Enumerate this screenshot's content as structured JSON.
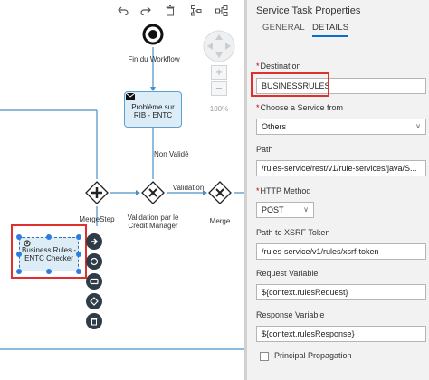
{
  "toolbar": {
    "undo_icon": "undo-icon",
    "redo_icon": "redo-icon",
    "delete_icon": "delete-icon",
    "layout_icon": "layout-icon",
    "nodes_icon": "nodes-icon"
  },
  "zoom": {
    "level": "100%"
  },
  "diagram": {
    "end_event_label": "Fin du Workflow",
    "mail_task_label": "Problème sur RIB - ENTC",
    "non_valide_label": "Non Validé",
    "validation_label": "Validation",
    "merge_step_label": "MergeStep",
    "validation_manager_label": "Validation par le Crédit Manager",
    "merge_label": "Merge",
    "service_task_label": "Business Rules - ENTC Checker"
  },
  "panel": {
    "title": "Service Task Properties",
    "tabs": [
      {
        "label": "GENERAL",
        "active": false
      },
      {
        "label": "DETAILS",
        "active": true
      }
    ],
    "destination": {
      "label": "Destination",
      "value": "BUSINESSRULES"
    },
    "choose_service": {
      "label": "Choose a Service from",
      "value": "Others"
    },
    "path": {
      "label": "Path",
      "value": "/rules-service/rest/v1/rule-services/java/S..."
    },
    "http_method": {
      "label": "HTTP Method",
      "value": "POST"
    },
    "xsrf_path": {
      "label": "Path to XSRF Token",
      "value": "/rules-service/v1/rules/xsrf-token"
    },
    "request_variable": {
      "label": "Request Variable",
      "value": "${context.rulesRequest}"
    },
    "response_variable": {
      "label": "Response Variable",
      "value": "${context.rulesResponse}"
    },
    "principal_propagation": {
      "label": "Principal Propagation",
      "checked": false
    }
  },
  "colors": {
    "accent": "#0a6ed1",
    "required": "#bb0000",
    "highlight": "#e0302e",
    "task_fill": "#dcedf8",
    "connector": "#5f9fd0"
  }
}
